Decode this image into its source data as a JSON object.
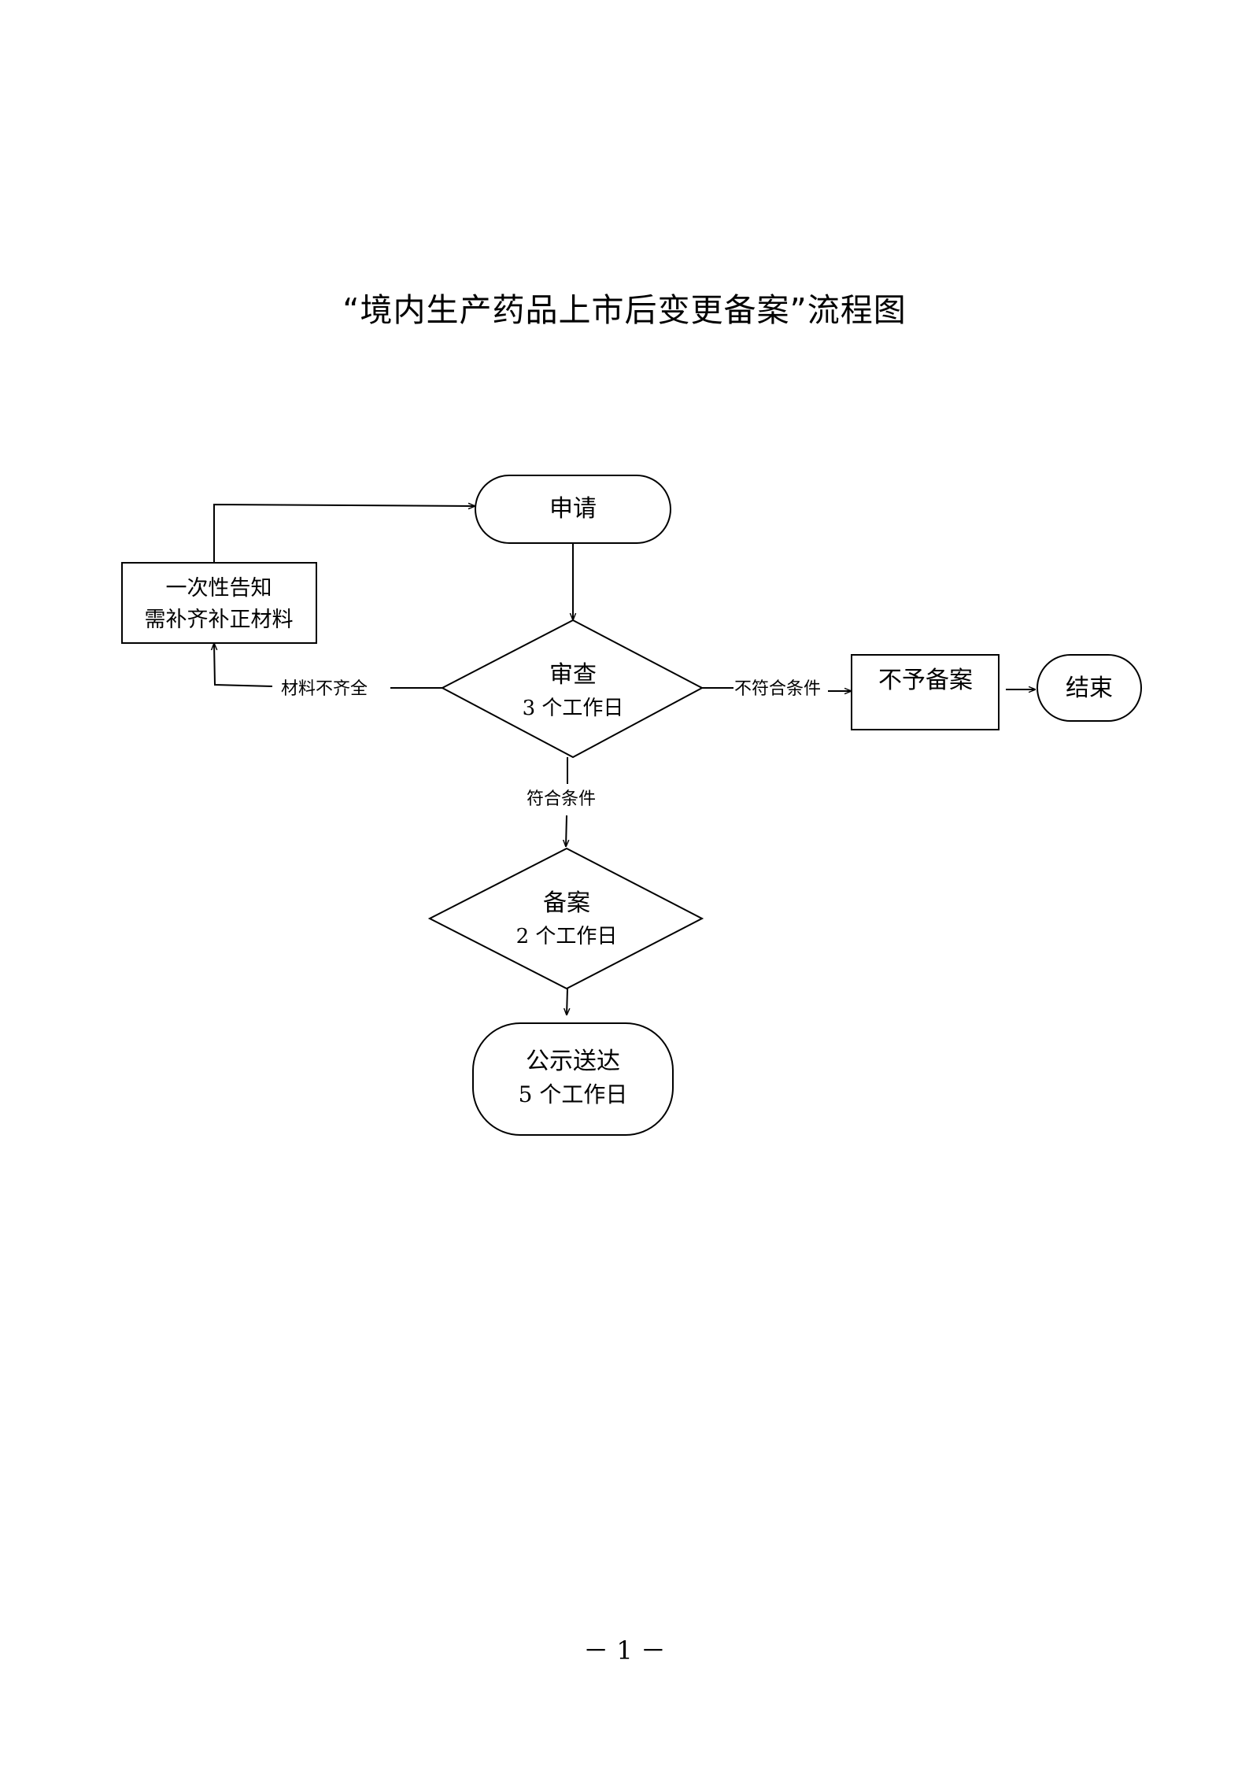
{
  "title": "“境内生产药品上市后变更备案”流程图",
  "nodes": {
    "apply": {
      "label": "申请"
    },
    "notify": {
      "line1": "一次性告知",
      "line2": "需补齐补正材料"
    },
    "review": {
      "line1": "审查",
      "line2": "3 个工作日"
    },
    "reject": {
      "label": "不予备案"
    },
    "end": {
      "label": "结束"
    },
    "record": {
      "line1": "备案",
      "line2": "2 个工作日"
    },
    "deliver": {
      "line1": "公示送达",
      "line2": "5 个工作日"
    }
  },
  "edges": {
    "incomplete": "材料不齐全",
    "not_qualified": "不符合条件",
    "qualified": "符合条件"
  },
  "footer": {
    "page_number": "－ 1 －"
  }
}
